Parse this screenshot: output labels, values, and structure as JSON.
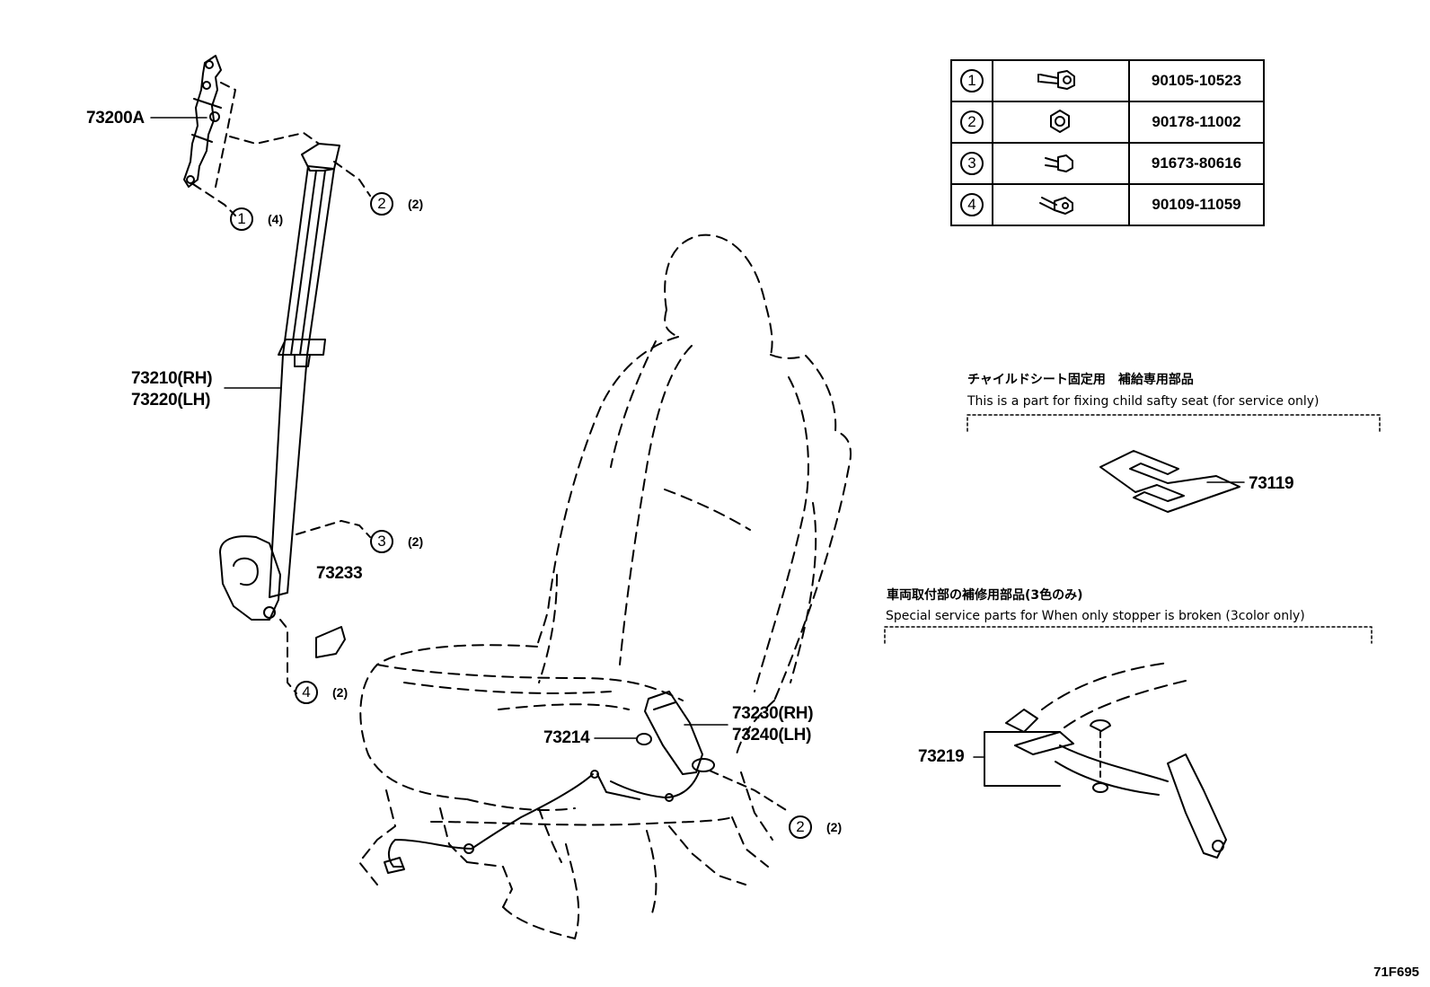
{
  "labels": {
    "p73200a": "73200A",
    "p73210": "73210(RH)",
    "p73220": "73220(LH)",
    "p73233": "73233",
    "p73214": "73214",
    "p73230": "73230(RH)",
    "p73240": "73240(LH)",
    "p73119": "73119",
    "p73219": "73219"
  },
  "callouts": [
    {
      "num": "1",
      "count": "(4)"
    },
    {
      "num": "2",
      "count": "(2)"
    },
    {
      "num": "3",
      "count": "(2)"
    },
    {
      "num": "4",
      "count": "(2)"
    },
    {
      "num": "2",
      "count": "(2)"
    }
  ],
  "fastener_table": [
    {
      "num": "1",
      "part_no": "90105-10523",
      "icon": "flange-bolt-icon"
    },
    {
      "num": "2",
      "part_no": "90178-11002",
      "icon": "flange-nut-icon"
    },
    {
      "num": "3",
      "part_no": "91673-80616",
      "icon": "short-bolt-icon"
    },
    {
      "num": "4",
      "part_no": "90109-11059",
      "icon": "shoulder-bolt-icon"
    }
  ],
  "notes": {
    "child_seat_jp": "チャイルドシート固定用　補給専用部品",
    "child_seat_en": "This is a part for fixing child safty seat (for service only)",
    "stopper_jp": "車両取付部の補修用部品(3色のみ)",
    "stopper_en": "Special service parts for When only stopper is broken (3color only)"
  },
  "figure_code": "71F695"
}
